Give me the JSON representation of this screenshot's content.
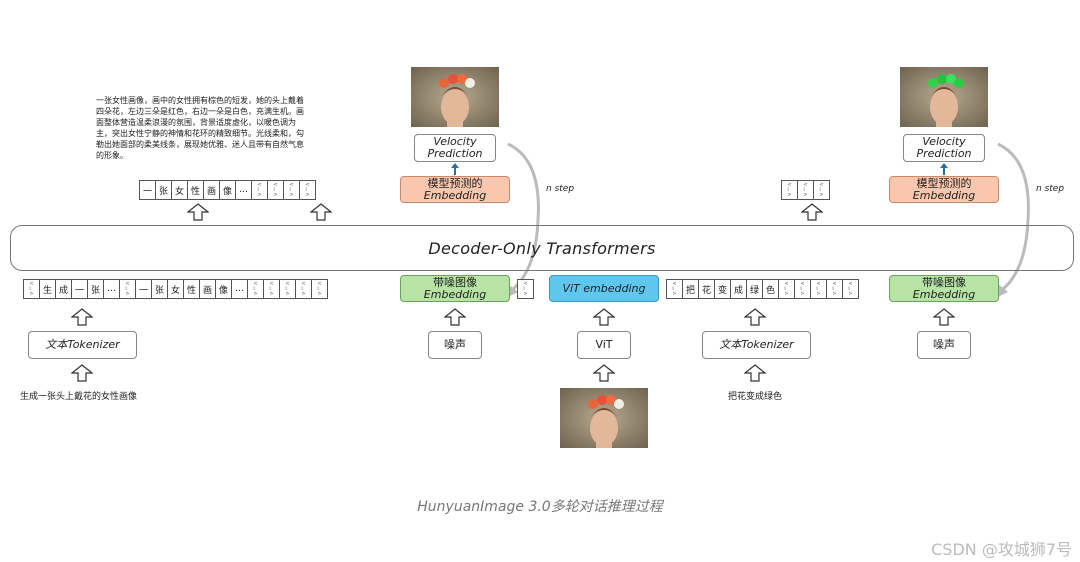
{
  "description_text": "一张女性画像，画中的女性拥有棕色的短发，她的头上戴着四朵花，左边三朵是红色，右边一朵是白色，充满生机。画面整体营造温柔浪漫的氛围，背景适度虚化，以暖色调为主，突出女性宁静的神情和花环的精致细节。光线柔和，勾勒出她面部的柔美线条，展现她优雅、迷人且带有自然气息的形象。",
  "output_tokens": [
    "一",
    "张",
    "女",
    "性",
    "画",
    "像",
    "…"
  ],
  "transformer_label": "Decoder-Only Transformers",
  "left": {
    "velocity": [
      "Velocity",
      "Prediction"
    ],
    "pred_embedding": [
      "模型预测的",
      "Embedding"
    ],
    "noisy_embedding": [
      "带噪图像",
      "Embedding"
    ],
    "noise_label": "噪声",
    "n_step": "n step",
    "tokenizer": "文本Tokenizer",
    "prompt": "生成一张头上戴花的女性画像",
    "input_tokens": [
      "生",
      "成",
      "一",
      "张",
      "…",
      "一",
      "张",
      "女",
      "性",
      "画",
      "像",
      "…"
    ]
  },
  "middle": {
    "vit_embedding": "ViT embedding",
    "vit": "ViT"
  },
  "right": {
    "velocity": [
      "Velocity",
      "Prediction"
    ],
    "pred_embedding": [
      "模型预测的",
      "Embedding"
    ],
    "noisy_embedding": [
      "带噪图像",
      "Embedding"
    ],
    "noise_label": "噪声",
    "n_step": "n step",
    "tokenizer": "文本Tokenizer",
    "prompt": "把花变成绿色",
    "input_tokens": [
      "把",
      "花",
      "变",
      "成",
      "绿",
      "色"
    ]
  },
  "figure_title": "HunyuanImage 3.0多轮对话推理过程",
  "watermark": "CSDN @攻城狮7号",
  "colors": {
    "green": "#b7e4a5",
    "salmon": "#f9c6ae",
    "blue": "#5ec7ee"
  }
}
